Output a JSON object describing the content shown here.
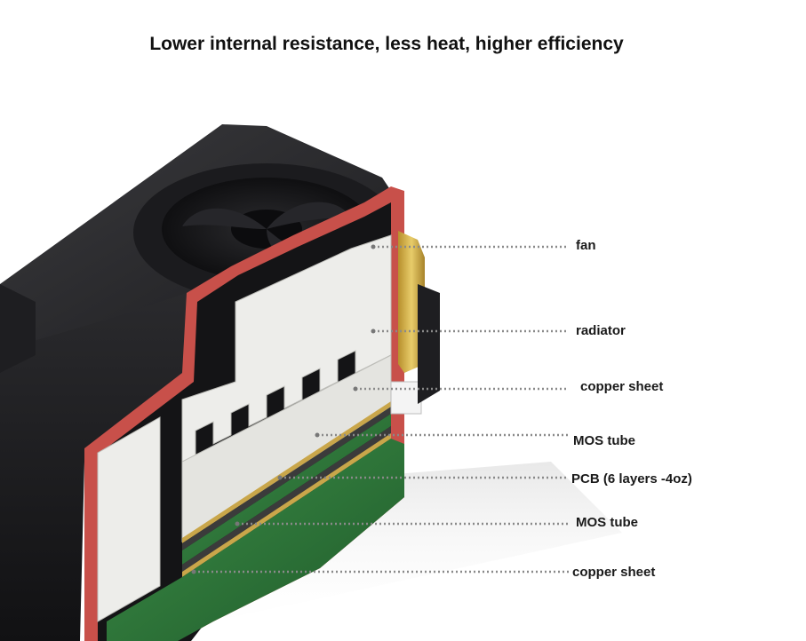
{
  "title": "Lower internal resistance, less heat, higher efficiency",
  "colors": {
    "housing": "#2b2b2d",
    "housing_dark": "#17171a",
    "cut_edge": "#c8504a",
    "radiator": "#ededea",
    "copper": "#c9a64a",
    "pcb": "#2e7a3a",
    "leader": "#8a8a8a"
  },
  "callouts": [
    {
      "id": "fan",
      "label": "fan"
    },
    {
      "id": "radiator",
      "label": "radiator"
    },
    {
      "id": "copper-sheet-top",
      "label": "copper sheet"
    },
    {
      "id": "mos-tube-top",
      "label": "MOS tube"
    },
    {
      "id": "pcb",
      "label": "PCB (6 layers -4oz)"
    },
    {
      "id": "mos-tube-bottom",
      "label": "MOS tube"
    },
    {
      "id": "copper-sheet-bottom",
      "label": "copper sheet"
    }
  ]
}
